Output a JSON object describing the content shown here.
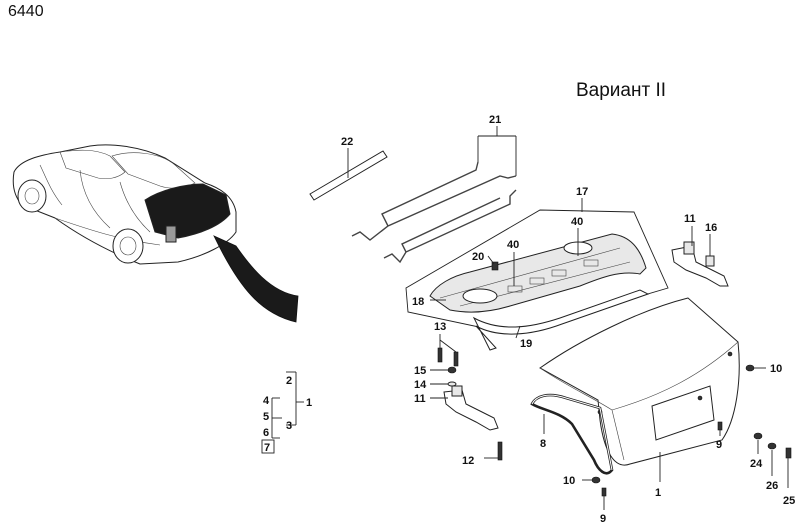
{
  "page_number": "6440",
  "variant_label": "Вариант II",
  "callouts": {
    "c1a": "1",
    "c1b": "1",
    "c2": "2",
    "c3": "3",
    "c4": "4",
    "c5": "5",
    "c6": "6",
    "c7": "7",
    "c8": "8",
    "c9a": "9",
    "c9b": "9",
    "c10a": "10",
    "c10b": "10",
    "c11a": "11",
    "c11b": "11",
    "c12": "12",
    "c13": "13",
    "c14": "14",
    "c15": "15",
    "c16": "16",
    "c17": "17",
    "c18": "18",
    "c19": "19",
    "c20": "20",
    "c21": "21",
    "c22": "22",
    "c24": "24",
    "c25": "25",
    "c26": "26",
    "c40a": "40",
    "c40b": "40"
  }
}
